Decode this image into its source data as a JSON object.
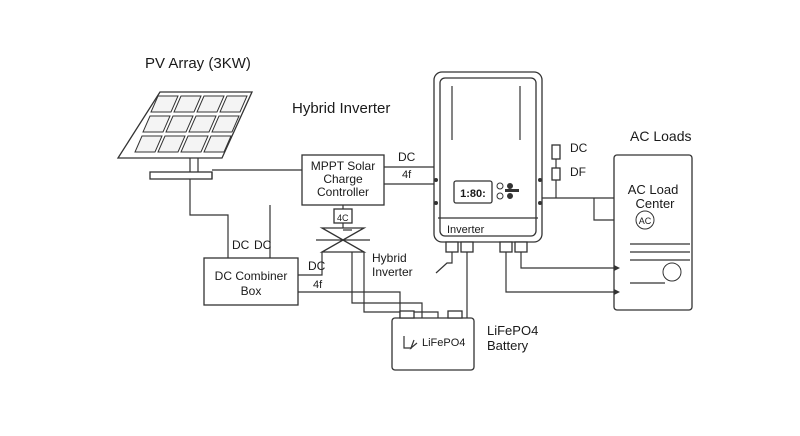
{
  "labels": {
    "pv_array": "PV Array (3KW)",
    "hybrid_inverter_title": "Hybrid Inverter",
    "mppt": [
      "MPPT Solar",
      "Charge",
      "Controller"
    ],
    "dc_mppt_right": "DC",
    "ac_mppt_right": "4f",
    "dc_left_1": "DC",
    "dc_left_2": "DC",
    "ac_small": "4C",
    "dc_combiner": [
      "DC Combiner",
      "Box"
    ],
    "dc_combiner_right": "DC",
    "ac_combiner_right": "4f",
    "hybrid_inverter_small": [
      "Hybrid",
      "Inverter"
    ],
    "inverter_label": "Inverter",
    "inverter_display": "1:80:",
    "dc_top_right": "DC",
    "df_top_right": "DF",
    "ac_loads": "AC Loads",
    "ac_load_center": [
      "AC Load",
      "Center"
    ],
    "ac_circle": "AC",
    "battery_inside": "LiFePO4",
    "battery_label": [
      "LiFePO4",
      "Battery"
    ]
  }
}
